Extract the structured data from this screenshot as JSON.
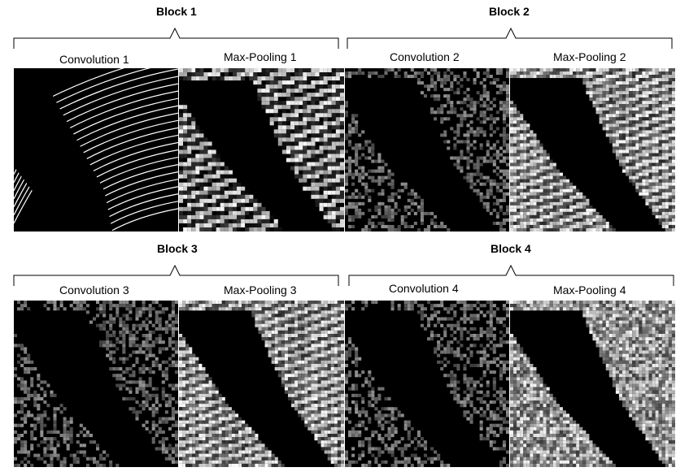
{
  "figure": {
    "blocks": [
      {
        "title": "Block 1",
        "panels": [
          {
            "label": "Convolution 1",
            "style": "conv-fine"
          },
          {
            "label": "Max-Pooling 1",
            "style": "pool-coarse"
          }
        ]
      },
      {
        "title": "Block 2",
        "panels": [
          {
            "label": "Convolution 2",
            "style": "conv-edges"
          },
          {
            "label": "Max-Pooling 2",
            "style": "pool-bright"
          }
        ]
      },
      {
        "title": "Block 3",
        "panels": [
          {
            "label": "Convolution 3",
            "style": "conv-edges"
          },
          {
            "label": "Max-Pooling 3",
            "style": "pool-bright"
          }
        ]
      },
      {
        "title": "Block 4",
        "panels": [
          {
            "label": "Convolution 4",
            "style": "conv-edges"
          },
          {
            "label": "Max-Pooling 4",
            "style": "pool-noisy"
          }
        ]
      }
    ]
  }
}
